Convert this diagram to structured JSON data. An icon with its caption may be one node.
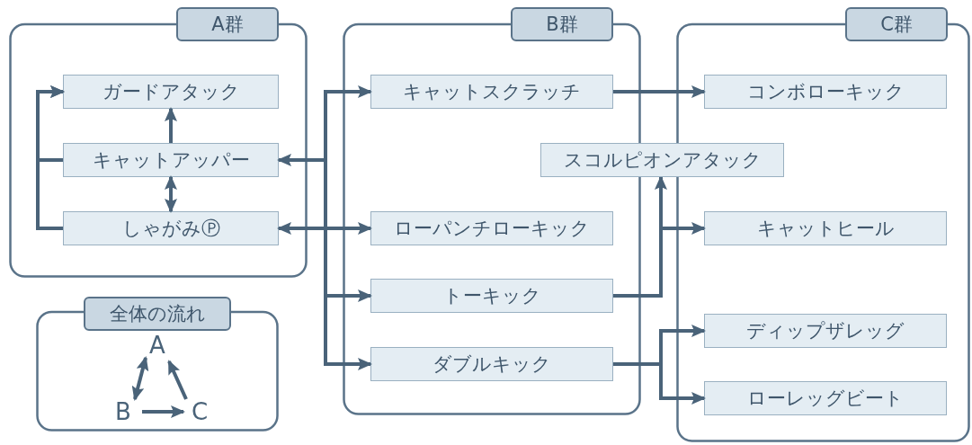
{
  "diagram": {
    "nodes": [
      {
        "text": [
          "A群"
        ]
      },
      {
        "text": [
          "ガードアタック"
        ],
        "in": 0
      },
      {
        "text": [
          "キャットアッパー"
        ],
        "in": 0
      },
      {
        "text": [
          "しゃがみⓅ"
        ],
        "in": 0
      },
      {
        "text": [
          "B群"
        ]
      },
      {
        "text": [
          "キャットスクラッチ"
        ],
        "in": 4
      },
      {
        "text": [
          "ローパンチローキック"
        ],
        "in": 4
      },
      {
        "text": [
          "トーキック"
        ],
        "in": 4
      },
      {
        "text": [
          "ダブルキック"
        ],
        "in": 4
      },
      {
        "text": [
          "スコルピオンアタック"
        ]
      },
      {
        "text": [
          "C群"
        ]
      },
      {
        "text": [
          "コンボローキック"
        ],
        "in": 10
      },
      {
        "text": [
          "キャットヒール"
        ],
        "in": 10
      },
      {
        "text": [
          "ディップザレッグ"
        ],
        "in": 10
      },
      {
        "text": [
          "ローレッグビート"
        ],
        "in": 10
      },
      {
        "text": [
          "全体の流れ"
        ]
      },
      {
        "text": [
          "A"
        ],
        "in": 15
      },
      {
        "text": [
          "B"
        ],
        "in": 15
      },
      {
        "text": [
          "C"
        ],
        "in": 15
      }
    ],
    "edges": [
      {
        "from": 2,
        "to": 1,
        "arrow": "to"
      },
      {
        "from": 3,
        "to": 1,
        "arrow": "to"
      },
      {
        "from": 2,
        "to": 1,
        "arrow": "to"
      },
      {
        "from": 2,
        "to": 3,
        "arrow": "both"
      },
      {
        "from": 3,
        "to": 6,
        "arrow": "both"
      },
      {
        "from": 6,
        "to": 2,
        "arrow": "to"
      },
      {
        "from": 6,
        "to": 5,
        "arrow": "to"
      },
      {
        "from": 6,
        "to": 7,
        "arrow": "to"
      },
      {
        "from": 6,
        "to": 8,
        "arrow": "to"
      },
      {
        "from": 5,
        "to": 11,
        "arrow": "to"
      },
      {
        "from": 7,
        "to": 9,
        "arrow": "to"
      },
      {
        "from": 7,
        "to": 12,
        "arrow": "to"
      },
      {
        "from": 8,
        "to": 13,
        "arrow": "to"
      },
      {
        "from": 8,
        "to": 14,
        "arrow": "to"
      },
      {
        "from": 16,
        "to": 17,
        "arrow": "both"
      },
      {
        "from": 17,
        "to": 18,
        "arrow": "to"
      },
      {
        "from": 18,
        "to": 16,
        "arrow": "to"
      }
    ]
  }
}
